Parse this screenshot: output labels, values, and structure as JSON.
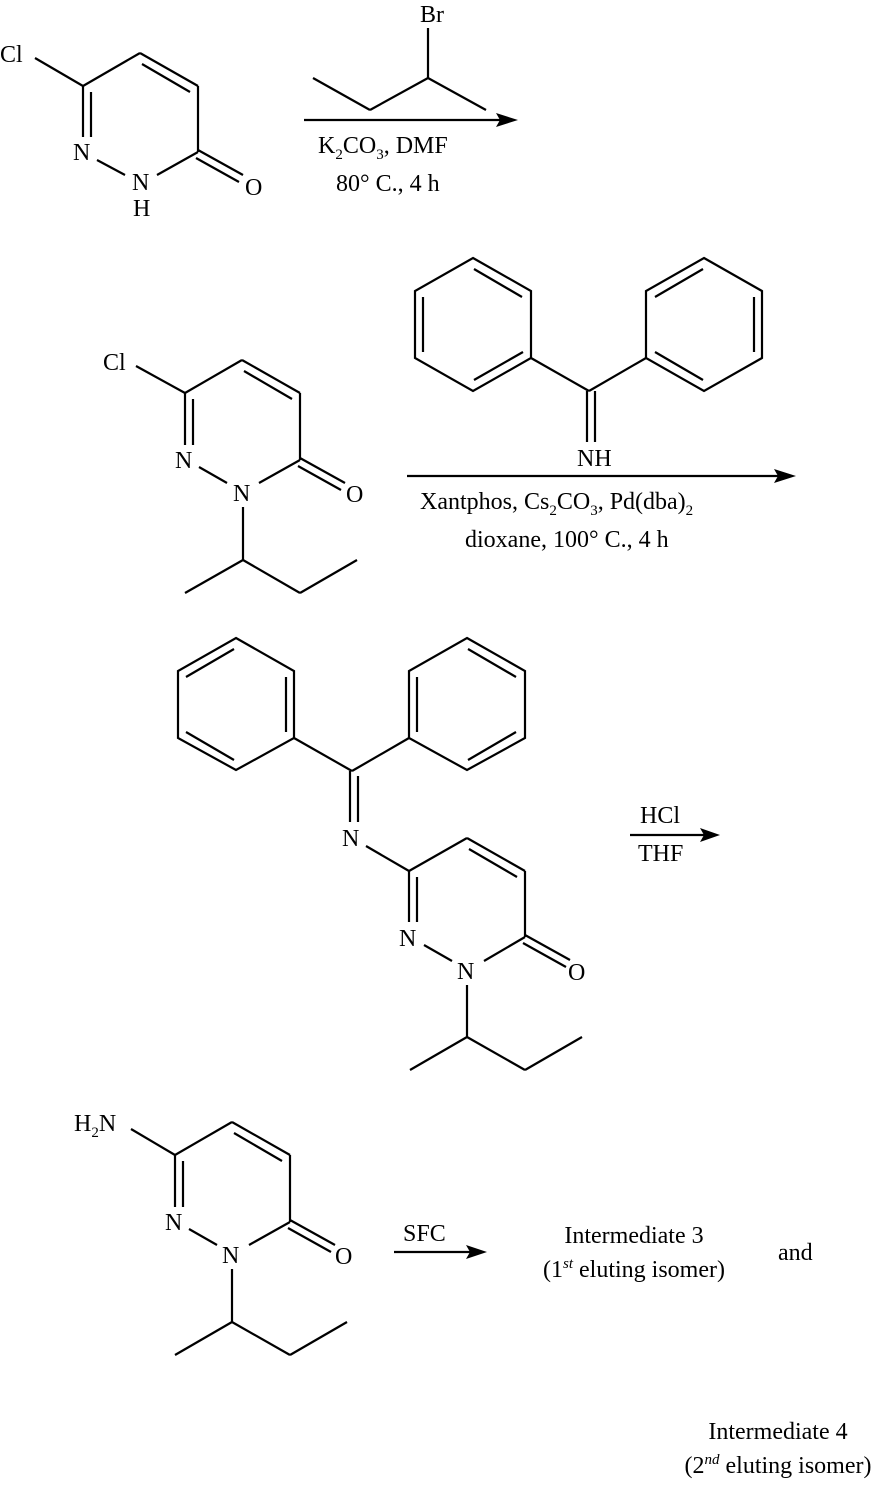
{
  "scheme": {
    "step1": {
      "starting_material": {
        "label_cl": "Cl",
        "label_n": "N",
        "label_nh_n": "N",
        "label_nh_h": "H",
        "label_o": "O",
        "name": "6-chloropyridazin-3(2H)-one"
      },
      "reagent": {
        "label_br": "Br",
        "name": "2-bromobutane"
      },
      "conditions_line1": {
        "k": "K",
        "sub2": "2",
        "co": "CO",
        "sub3": "3",
        "rest": ", DMF"
      },
      "conditions_line2": "80° C., 4 h"
    },
    "step2": {
      "starting_material": {
        "label_cl": "Cl",
        "label_n1": "N",
        "label_n2": "N",
        "label_o": "O",
        "name": "2-(sec-butyl)-6-chloropyridazin-3(2H)-one"
      },
      "reagent": {
        "label_nh": "NH",
        "name": "benzophenone imine"
      },
      "conditions_line1": {
        "a": "Xantphos, Cs",
        "sub2": "2",
        "b": "CO",
        "sub3": "3",
        "c": ", Pd(dba)",
        "sub2b": "2"
      },
      "conditions_line2": "dioxane, 100° C., 4 h"
    },
    "step3": {
      "starting_material": {
        "label_n_imine": "N",
        "label_n1": "N",
        "label_n2": "N",
        "label_o": "O",
        "name": "2-(sec-butyl)-6-((diphenylmethylene)amino)pyridazin-3(2H)-one"
      },
      "conditions_top": "HCl",
      "conditions_bottom": "THF"
    },
    "step4": {
      "starting_material": {
        "label_h": "H",
        "label_sub": "2",
        "label_n": "N",
        "label_n1": "N",
        "label_n2": "N",
        "label_o": "O",
        "name": "6-amino-2-(sec-butyl)pyridazin-3(2H)-one"
      },
      "conditions_top": "SFC",
      "product1": {
        "title": "Intermediate 3",
        "paren_open": "(1",
        "ordinal": "st",
        "rest": " eluting isomer)"
      },
      "connector": "and",
      "product2": {
        "title": "Intermediate 4",
        "paren_open": "(2",
        "ordinal": "nd",
        "rest": " eluting isomer)"
      }
    }
  }
}
